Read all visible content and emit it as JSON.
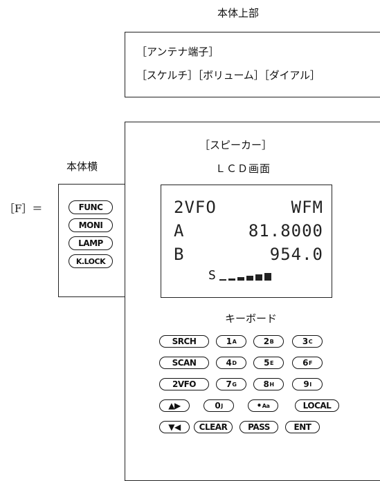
{
  "top_title": "本体上部",
  "top_box": {
    "line1": "［アンテナ端子］",
    "line2": "［スケルチ］［ボリューム］［ダイアル］"
  },
  "side_title": "本体横",
  "f_label": "［F］＝",
  "side_buttons": [
    "FUNC",
    "MONI",
    "LAMP",
    "K.LOCK"
  ],
  "front": {
    "speaker": "［スピーカー］",
    "lcd_title": "ＬＣＤ画面",
    "lcd": {
      "line1_left": "2VFO",
      "line1_right": "WFM",
      "line2_left": "A",
      "line2_right": "81.8000",
      "line3_left": "B",
      "line3_right": "954.0",
      "s_meter": "S"
    },
    "keyboard_title": "キーボード",
    "keys": [
      [
        {
          "main": "SRCH"
        },
        {
          "main": "1",
          "sub": "A"
        },
        {
          "main": "2",
          "sub": "B"
        },
        {
          "main": "3",
          "sub": "C"
        }
      ],
      [
        {
          "main": "SCAN"
        },
        {
          "main": "4",
          "sub": "D"
        },
        {
          "main": "5",
          "sub": "E"
        },
        {
          "main": "6",
          "sub": "F"
        }
      ],
      [
        {
          "main": "2VFO"
        },
        {
          "main": "7",
          "sub": "G"
        },
        {
          "main": "8",
          "sub": "H"
        },
        {
          "main": "9",
          "sub": "I"
        }
      ],
      [
        {
          "main": "▲▶"
        },
        {
          "main": "0",
          "sub": "J"
        },
        {
          "main": "•",
          "sub": "Aa"
        },
        {
          "main": "LOCAL"
        }
      ],
      [
        {
          "main": "▼◀"
        },
        {
          "main": "CLEAR"
        },
        {
          "main": "PASS"
        },
        {
          "main": "ENT"
        }
      ]
    ]
  }
}
